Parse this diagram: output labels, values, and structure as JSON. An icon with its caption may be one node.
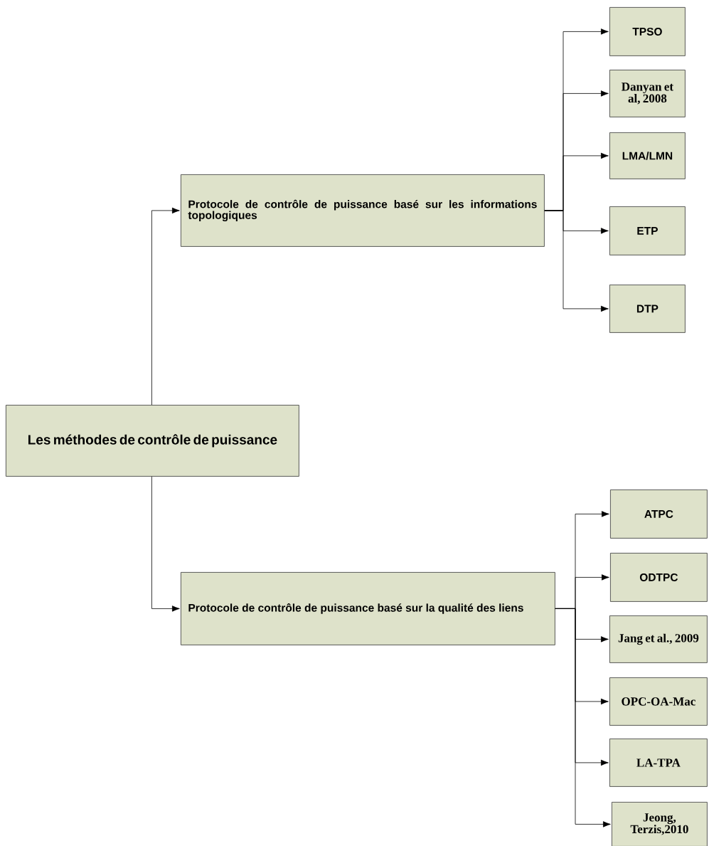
{
  "diagram": {
    "nodes": [
      {
        "text": [
          "Les méthodes de contrôle de puissance"
        ]
      },
      {
        "text": [
          "Protocole de contrôle de puissance basé sur les informations topologiques"
        ]
      },
      {
        "text": [
          "TPSO"
        ]
      },
      {
        "text": [
          "Danyan et al, 2008"
        ]
      },
      {
        "text": [
          "LMA/LMN"
        ]
      },
      {
        "text": [
          "ETP"
        ]
      },
      {
        "text": [
          "DTP"
        ]
      },
      {
        "text": [
          "Protocole de contrôle de puissance basé sur la qualité des liens"
        ]
      },
      {
        "text": [
          "ATPC"
        ]
      },
      {
        "text": [
          "ODTPC"
        ]
      },
      {
        "text": [
          "Jang et al., 2009"
        ]
      },
      {
        "text": [
          "OPC-OA-Mac"
        ]
      },
      {
        "text": [
          "LA-TPA"
        ]
      },
      {
        "text": [
          "Jeong, Terzis,2010"
        ]
      }
    ],
    "edges": [
      {
        "from": 0,
        "to": 1,
        "arrow": "to"
      },
      {
        "from": 0,
        "to": 7,
        "arrow": "to"
      },
      {
        "from": 1,
        "to": 2,
        "arrow": "to"
      },
      {
        "from": 1,
        "to": 3,
        "arrow": "to"
      },
      {
        "from": 1,
        "to": 4,
        "arrow": "to"
      },
      {
        "from": 1,
        "to": 5,
        "arrow": "to"
      },
      {
        "from": 1,
        "to": 6,
        "arrow": "to"
      },
      {
        "from": 7,
        "to": 8,
        "arrow": "to"
      },
      {
        "from": 7,
        "to": 9,
        "arrow": "to"
      },
      {
        "from": 7,
        "to": 10,
        "arrow": "to"
      },
      {
        "from": 7,
        "to": 11,
        "arrow": "to"
      },
      {
        "from": 7,
        "to": 12,
        "arrow": "to"
      },
      {
        "from": 7,
        "to": 13,
        "arrow": "to"
      }
    ]
  }
}
